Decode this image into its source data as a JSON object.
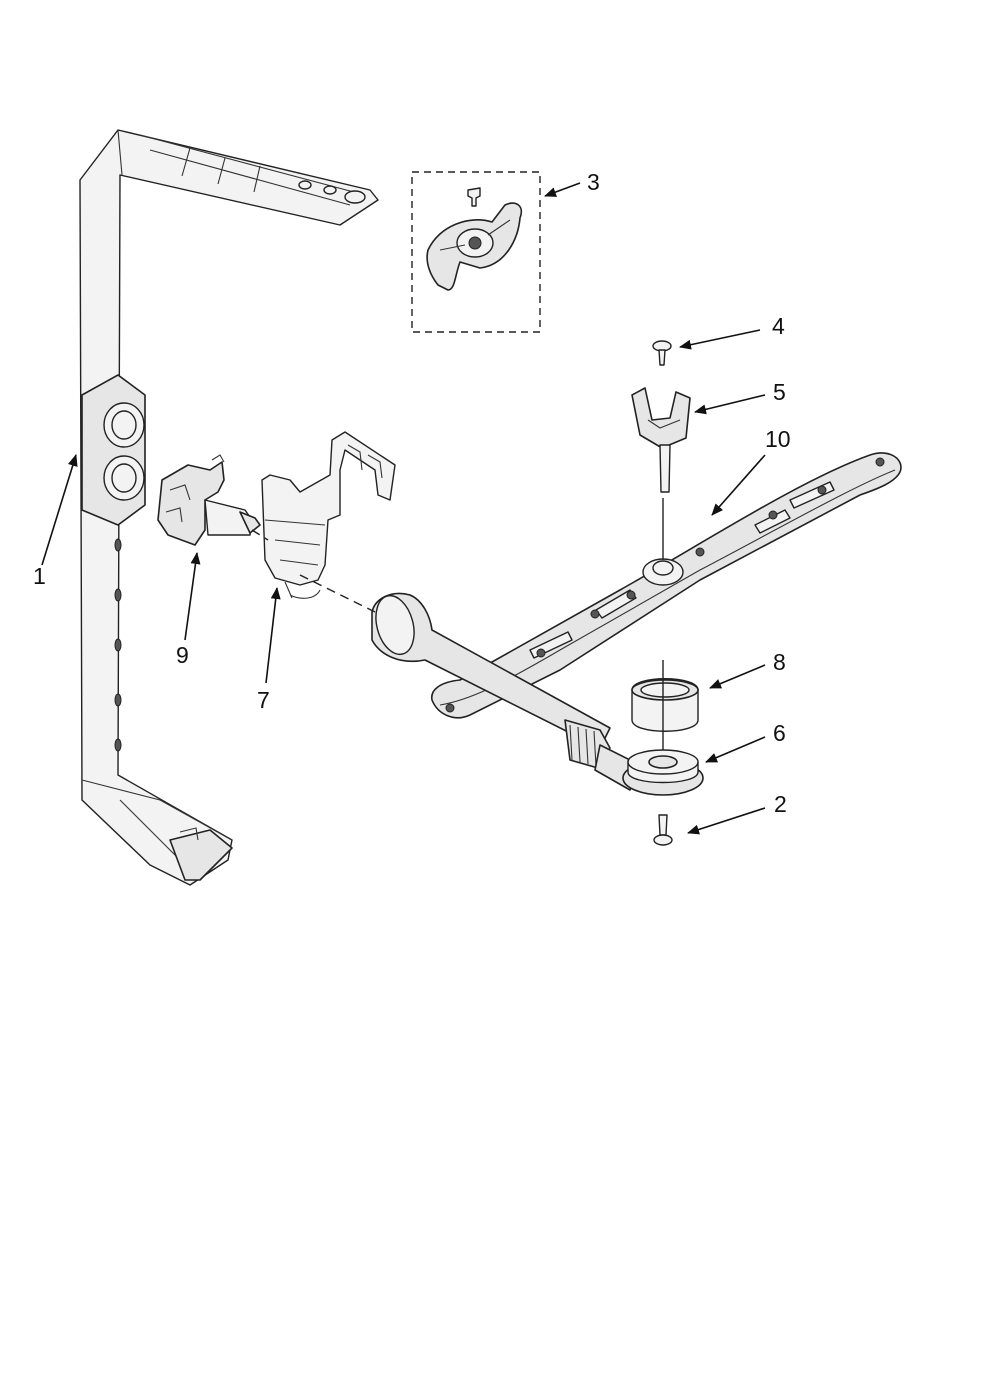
{
  "callouts": [
    {
      "id": "1",
      "label": "1"
    },
    {
      "id": "2",
      "label": "2"
    },
    {
      "id": "3",
      "label": "3"
    },
    {
      "id": "4",
      "label": "4"
    },
    {
      "id": "5",
      "label": "5"
    },
    {
      "id": "6",
      "label": "6"
    },
    {
      "id": "7",
      "label": "7"
    },
    {
      "id": "8",
      "label": "8"
    },
    {
      "id": "9",
      "label": "9"
    },
    {
      "id": "10",
      "label": "10"
    }
  ],
  "colors": {
    "line": "#222222",
    "fill": "#e6e6e6",
    "background": "#ffffff"
  }
}
